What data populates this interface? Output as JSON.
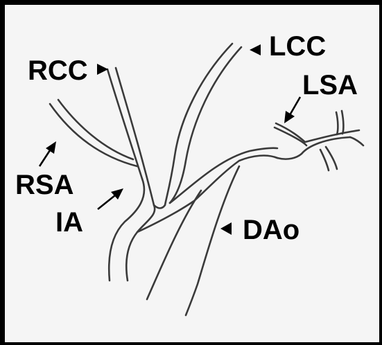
{
  "figure": {
    "labels": {
      "rcc": "RCC",
      "lcc": "LCC",
      "lsa": "LSA",
      "rsa": "RSA",
      "ia": "IA",
      "dao": "DAo"
    },
    "colors": {
      "border": "#000000",
      "background": "#f5f5f5",
      "vessel_stroke": "#3a3a3a",
      "label_text": "#000000"
    }
  }
}
